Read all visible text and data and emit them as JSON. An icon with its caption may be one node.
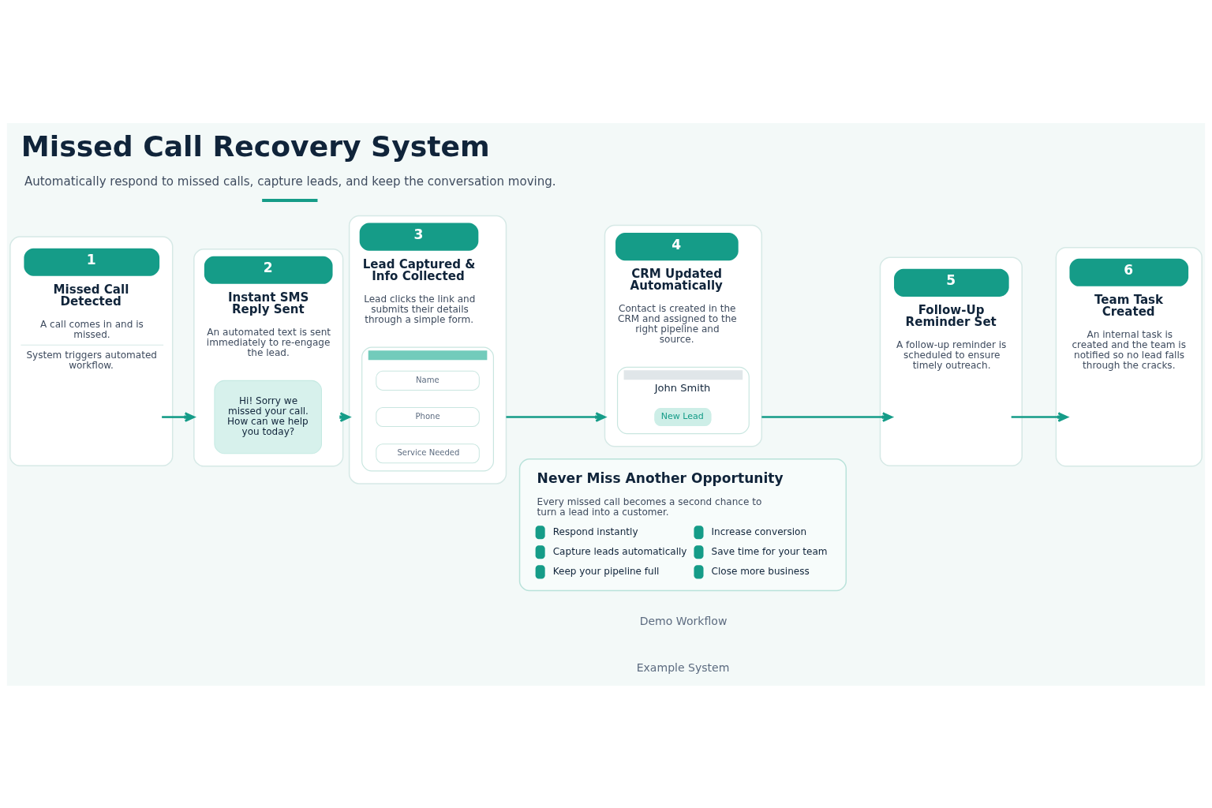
{
  "diagram": {
    "title": "Missed Call Recovery System",
    "caption": "Automatically respond to missed calls, capture leads, and keep the conversation moving.",
    "nodes": [
      {
        "text": [
          "1",
          "Missed Call Detected",
          "A call comes in and is missed.",
          "System triggers automated workflow."
        ]
      },
      {
        "text": [
          "2",
          "Instant SMS Reply Sent",
          "An automated text is sent immediately to re-engage the lead."
        ]
      },
      {
        "text": [
          "Hi! Sorry we missed your call. How can we help you today?"
        ],
        "in": 1
      },
      {
        "text": [
          "3",
          "Lead Captured & Info Collected",
          "Lead clicks the link and submits their details through a simple form."
        ]
      },
      {
        "text": [],
        "shape": "box",
        "in": 3
      },
      {
        "text": [
          "Name"
        ],
        "in": 4
      },
      {
        "text": [
          "Phone"
        ],
        "in": 4
      },
      {
        "text": [
          "Service Needed"
        ],
        "in": 4
      },
      {
        "text": [
          "4",
          "CRM Updated Automatically",
          "Contact is created in the CRM and assigned to the right pipeline and source."
        ]
      },
      {
        "text": [
          "John Smith"
        ],
        "in": 8
      },
      {
        "text": [
          "New Lead"
        ],
        "in": 9
      },
      {
        "text": [
          "5",
          "Follow-Up Reminder Set",
          "A follow-up reminder is scheduled to ensure timely outreach."
        ]
      },
      {
        "text": [
          "6",
          "Team Task Created",
          "An internal task is created and the team is notified so no lead falls through the cracks."
        ]
      },
      {
        "text": [
          "Never Miss Another Opportunity",
          "Every missed call becomes a second chance to turn a lead into a customer.",
          "Respond instantly",
          "Capture leads automatically",
          "Keep your pipeline full",
          "Increase conversion",
          "Save time for your team",
          "Close more business"
        ]
      }
    ],
    "edges": [
      {
        "from": 0,
        "to": 1,
        "arrow": "to"
      },
      {
        "from": 1,
        "to": 3,
        "arrow": "to"
      },
      {
        "from": 3,
        "to": 8,
        "arrow": "to"
      },
      {
        "from": 8,
        "to": 11,
        "arrow": "to"
      },
      {
        "from": 11,
        "to": 12,
        "arrow": "to"
      }
    ],
    "labels": [
      "Demo Workflow",
      "Example System"
    ]
  }
}
